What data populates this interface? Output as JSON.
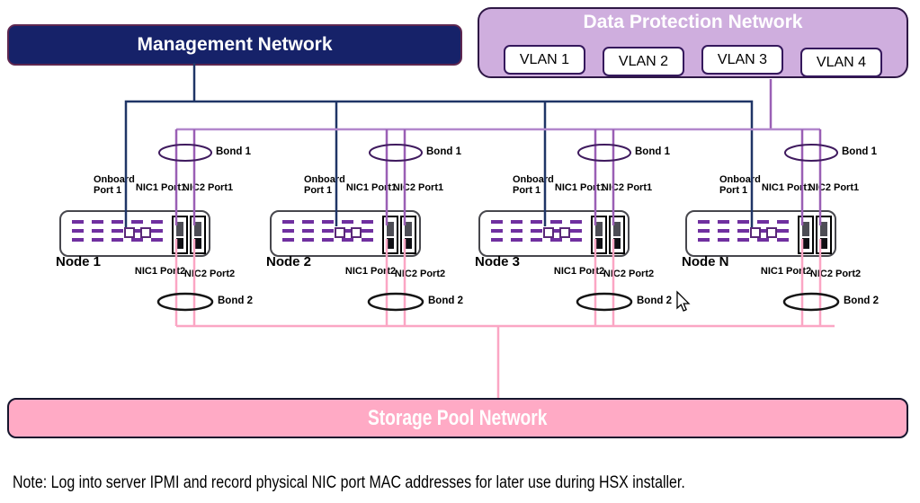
{
  "management_network": {
    "title": "Management Network"
  },
  "data_protection_network": {
    "title": "Data Protection Network",
    "vlans": [
      "VLAN 1",
      "VLAN 2",
      "VLAN 3",
      "VLAN 4"
    ]
  },
  "storage_pool_network": {
    "title": "Storage Pool Network"
  },
  "nodes": [
    {
      "name": "Node 1"
    },
    {
      "name": "Node 2"
    },
    {
      "name": "Node 3"
    },
    {
      "name": "Node N"
    }
  ],
  "labels": {
    "onboard_line1": "Onboard",
    "onboard_line2": "Port 1",
    "nic1_port1": "NIC1 Port1",
    "nic2_port1": "NIC2 Port1",
    "nic1_port2": "NIC1 Port2",
    "nic2_port2": "NIC2 Port2",
    "bond1": "Bond 1",
    "bond2": "Bond 2"
  },
  "note": "Note: Log into server IPMI and record physical NIC port MAC addresses for later use during HSX installer.",
  "colors": {
    "management_fill": "#162269",
    "management_border": "#5e2750",
    "management_line": "#1f3566",
    "data_protection_fill": "#cfaede",
    "data_protection_border": "#2e1745",
    "purple_line": "#9a5fb5",
    "purple_bus": "#b287cc",
    "bond1_ellipse": "#3f1a5e",
    "bond2_ellipse": "#141414",
    "storage_fill": "#ffaac5",
    "storage_border": "#16162e",
    "pink_line": "#fba6c4",
    "node_border": "#47474d",
    "dash_purple": "#7030a0"
  }
}
